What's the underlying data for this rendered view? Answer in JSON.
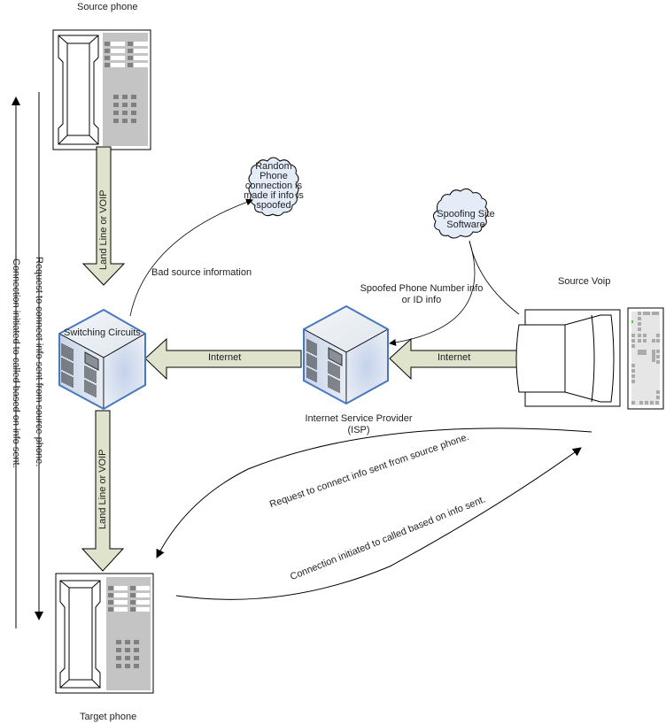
{
  "nodes": {
    "source_phone": {
      "label": "Source phone"
    },
    "target_phone": {
      "label": "Target phone"
    },
    "switching": {
      "label": "Switching Circuits"
    },
    "isp": {
      "label_line1": "Internet Service Provider",
      "label_line2": "(ISP)"
    },
    "source_voip": {
      "label": "Source Voip"
    },
    "random_cloud": {
      "lines": [
        "Random",
        "Phone",
        "connection is",
        "made if info is",
        "spoofed"
      ]
    },
    "spoofing_cloud": {
      "lines": [
        "Spoofing Site",
        "Software"
      ]
    }
  },
  "connectors": {
    "top_arrow": "Land Line or VOIP",
    "bottom_arrow": "Land Line or VOIP",
    "internet_left": "Internet",
    "internet_right": "Internet",
    "bad_source": "Bad source information",
    "spoofed_line1": "Spoofed Phone Number info",
    "spoofed_line2": "or ID info",
    "curve_request": "Request to connect info sent from source phone.",
    "curve_connection": "Connection initiated to called based on info sent.",
    "side_request": "Request to connect info sent from source phone.",
    "side_connection": "Connection initiated to called based on info sent."
  },
  "colors": {
    "arrow_fill": "#dfe3cc",
    "cube_border": "#4a78c0",
    "cloud_fill": "#e4ecf7",
    "keypad": "#c4c4c4"
  }
}
